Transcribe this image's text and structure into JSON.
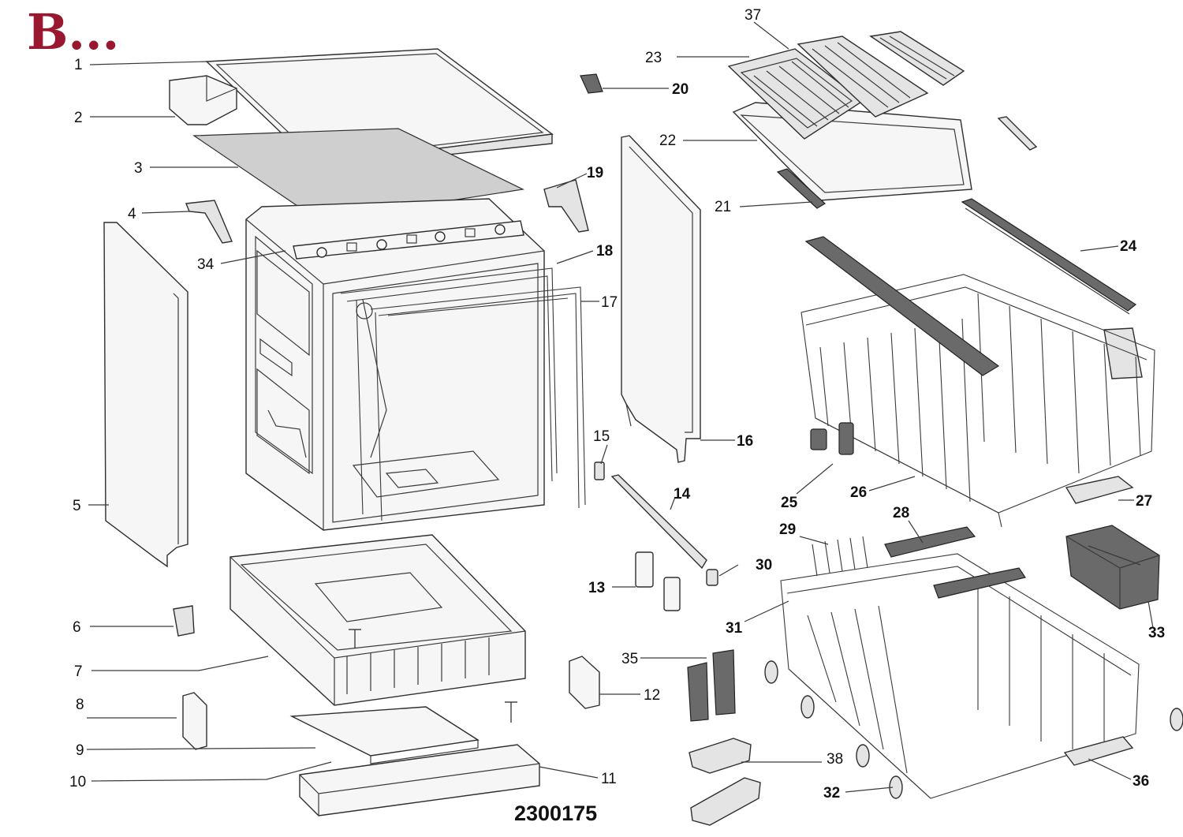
{
  "brand_mark": "B...",
  "diagram_code": "2300175",
  "colors": {
    "brand": "#9a1730",
    "line": "#2e2e2e"
  },
  "parts": [
    {
      "id": "1",
      "label": "1"
    },
    {
      "id": "2",
      "label": "2"
    },
    {
      "id": "3",
      "label": "3"
    },
    {
      "id": "4",
      "label": "4"
    },
    {
      "id": "5",
      "label": "5"
    },
    {
      "id": "6",
      "label": "6"
    },
    {
      "id": "7",
      "label": "7"
    },
    {
      "id": "8",
      "label": "8"
    },
    {
      "id": "9",
      "label": "9"
    },
    {
      "id": "10",
      "label": "10"
    },
    {
      "id": "11",
      "label": "11"
    },
    {
      "id": "12",
      "label": "12"
    },
    {
      "id": "13",
      "label": "13"
    },
    {
      "id": "14",
      "label": "14"
    },
    {
      "id": "15",
      "label": "15"
    },
    {
      "id": "16",
      "label": "16"
    },
    {
      "id": "17",
      "label": "17"
    },
    {
      "id": "18",
      "label": "18"
    },
    {
      "id": "19",
      "label": "19"
    },
    {
      "id": "20",
      "label": "20"
    },
    {
      "id": "21",
      "label": "21"
    },
    {
      "id": "22",
      "label": "22"
    },
    {
      "id": "23",
      "label": "23"
    },
    {
      "id": "24",
      "label": "24"
    },
    {
      "id": "25",
      "label": "25"
    },
    {
      "id": "26",
      "label": "26"
    },
    {
      "id": "27",
      "label": "27"
    },
    {
      "id": "28",
      "label": "28"
    },
    {
      "id": "29",
      "label": "29"
    },
    {
      "id": "30",
      "label": "30"
    },
    {
      "id": "31",
      "label": "31"
    },
    {
      "id": "32",
      "label": "32"
    },
    {
      "id": "33",
      "label": "33"
    },
    {
      "id": "34",
      "label": "34"
    },
    {
      "id": "35",
      "label": "35"
    },
    {
      "id": "36",
      "label": "36"
    },
    {
      "id": "37",
      "label": "37"
    },
    {
      "id": "38",
      "label": "38"
    }
  ]
}
